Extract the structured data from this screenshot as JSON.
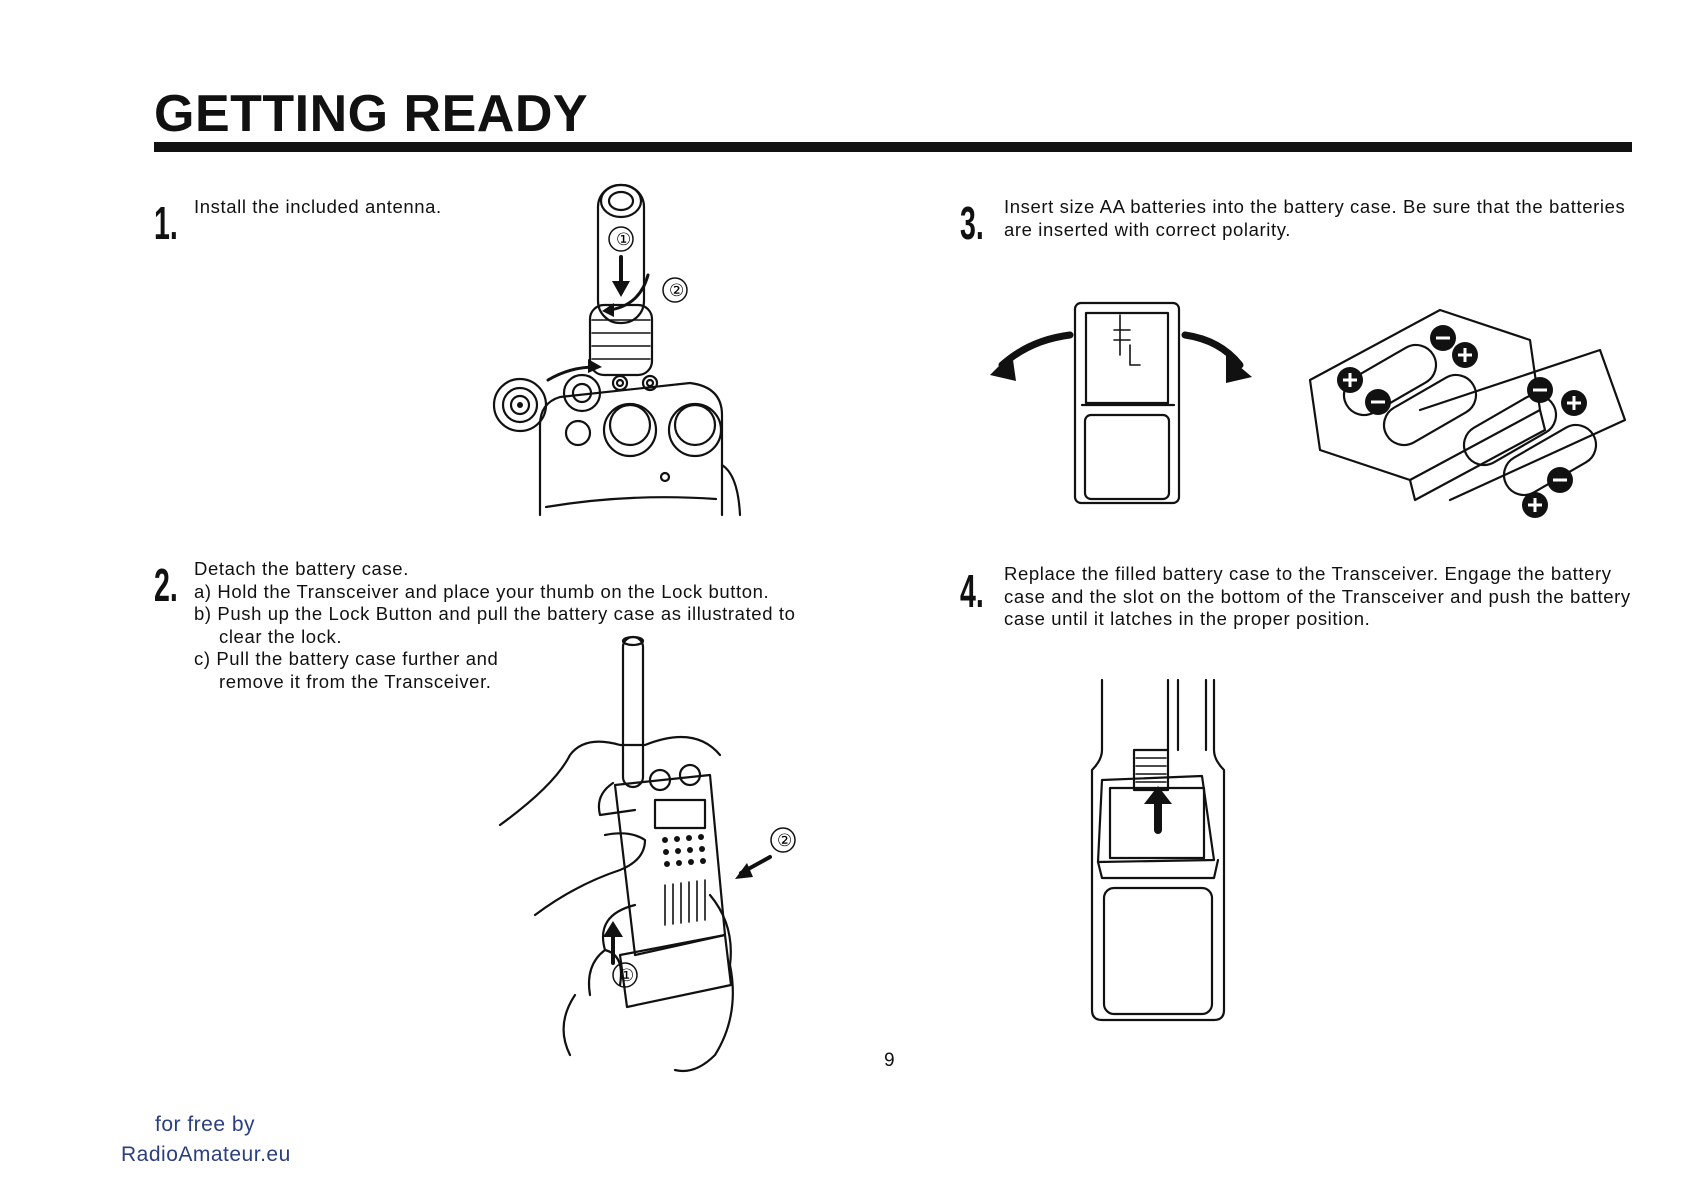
{
  "page": {
    "title": "GETTING READY",
    "page_number": "9"
  },
  "steps": [
    {
      "number": "1.",
      "lines": [
        "Install the included antenna."
      ],
      "callouts": [
        "①",
        "②"
      ]
    },
    {
      "number": "2.",
      "lines": [
        "Detach the battery case.",
        "a) Hold the Transceiver and place your thumb on the Lock button.",
        "b) Push up the Lock Button and pull the battery case as illustrated to clear the lock.",
        "c) Pull the battery case further and remove it from the Transceiver."
      ],
      "callouts": [
        "②",
        "①"
      ]
    },
    {
      "number": "3.",
      "lines": [
        "Insert size AA batteries into the battery case. Be sure that the batteries are inserted with correct polarity."
      ]
    },
    {
      "number": "4.",
      "lines": [
        "Replace the filled battery case to the Transceiver. Engage the battery case and the slot on the bottom of the Transceiver and push the battery case until it latches in the proper position."
      ]
    }
  ],
  "footer": {
    "line1": "for free by",
    "line2": "RadioAmateur.eu"
  },
  "icons": [
    "arrow-icon",
    "plus-icon",
    "minus-icon"
  ]
}
